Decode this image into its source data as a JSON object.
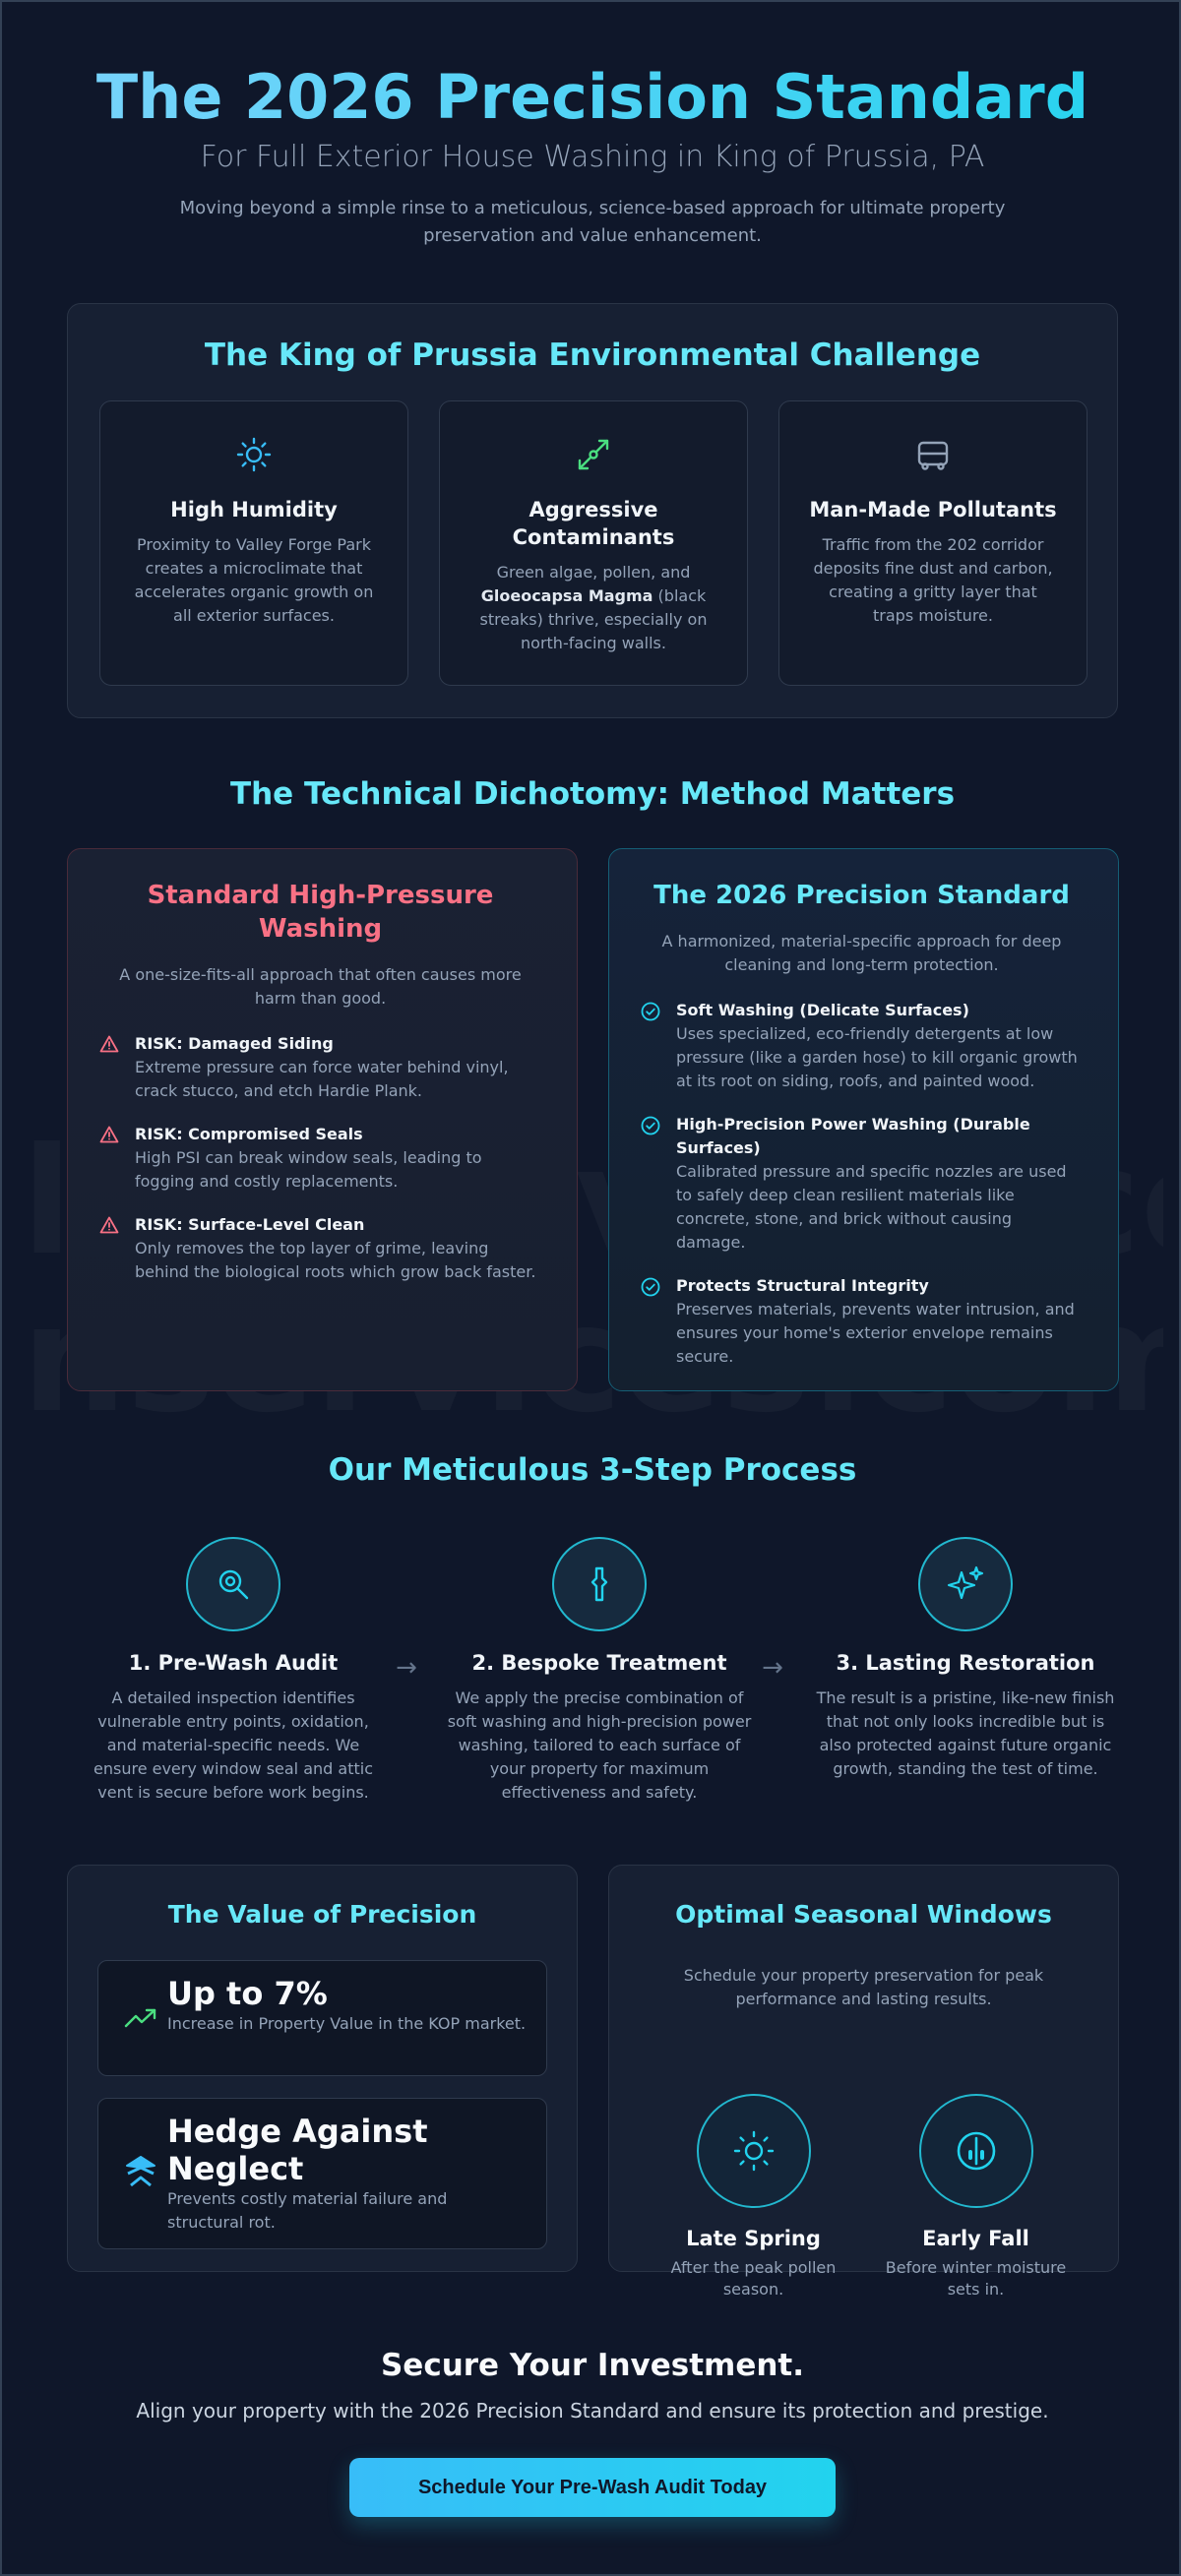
{
  "hero": {
    "title": "The 2026 Precision Standard",
    "subtitle": "For Full Exterior House Washing in King of Prussia, PA",
    "description": "Moving beyond a simple rinse to a meticulous, science-based approach for ultimate property preservation and value enhancement."
  },
  "watermark": {
    "line1": "lmsservices.com",
    "line2": "nservices.com"
  },
  "environment": {
    "title": "The King of Prussia Environmental Challenge",
    "cards": [
      {
        "icon": "sun-humidity-icon",
        "title": "High Humidity",
        "text": "Proximity to Valley Forge Park creates a microclimate that accelerates organic growth on all exterior surfaces."
      },
      {
        "icon": "contaminants-arrows-icon",
        "title": "Aggressive Contaminants",
        "text_before": "Green algae, pollen, and ",
        "text_bold": "Gloeocapsa Magma",
        "text_after": " (black streaks) thrive, especially on north-facing walls."
      },
      {
        "icon": "vehicle-icon",
        "title": "Man-Made Pollutants",
        "text": "Traffic from the 202 corridor deposits fine dust and carbon, creating a gritty layer that traps moisture."
      }
    ]
  },
  "dichotomy": {
    "title": "The Technical Dichotomy: Method Matters",
    "standard": {
      "title": "Standard High-Pressure Washing",
      "lead": "A one-size-fits-all approach that often causes more harm than good.",
      "items": [
        {
          "title": "RISK: Damaged Siding",
          "text": "Extreme pressure can force water behind vinyl, crack stucco, and etch Hardie Plank."
        },
        {
          "title": "RISK: Compromised Seals",
          "text": "High PSI can break window seals, leading to fogging and costly replacements."
        },
        {
          "title": "RISK: Surface-Level Clean",
          "text": "Only removes the top layer of grime, leaving behind the biological roots which grow back faster."
        }
      ]
    },
    "precision": {
      "title": "The 2026 Precision Standard",
      "lead": "A harmonized, material-specific approach for deep cleaning and long-term protection.",
      "items": [
        {
          "title": "Soft Washing (Delicate Surfaces)",
          "text": "Uses specialized, eco-friendly detergents at low pressure (like a garden hose) to kill organic growth at its root on siding, roofs, and painted wood."
        },
        {
          "title": "High-Precision Power Washing (Durable Surfaces)",
          "text": "Calibrated pressure and specific nozzles are used to safely deep clean resilient materials like concrete, stone, and brick without causing damage."
        },
        {
          "title": "Protects Structural Integrity",
          "text": "Preserves materials, prevents water intrusion, and ensures your home's exterior envelope remains secure."
        }
      ]
    }
  },
  "process": {
    "title": "Our Meticulous 3-Step Process",
    "steps": [
      {
        "icon": "magnifier-icon",
        "title": "1. Pre-Wash Audit",
        "text": "A detailed inspection identifies vulnerable entry points, oxidation, and material-specific needs. We ensure every window seal and attic vent is secure before work begins."
      },
      {
        "icon": "spray-nozzle-icon",
        "title": "2. Bespoke Treatment",
        "text": "We apply the precise combination of soft washing and high-precision power washing, tailored to each surface of your property for maximum effectiveness and safety."
      },
      {
        "icon": "sparkles-icon",
        "title": "3. Lasting Restoration",
        "text": "The result is a pristine, like-new finish that not only looks incredible but is also protected against future organic growth, standing the test of time."
      }
    ],
    "arrow": "→"
  },
  "value": {
    "title": "The Value of Precision",
    "items": [
      {
        "icon": "trend-up-icon",
        "headline": "Up to 7%",
        "text": "Increase in Property Value in the KOP market."
      },
      {
        "icon": "layers-shield-icon",
        "headline": "Hedge Against Neglect",
        "text": "Prevents costly material failure and structural rot."
      }
    ]
  },
  "seasons": {
    "title": "Optimal Seasonal Windows",
    "lead": "Schedule your property preservation for peak performance and lasting results.",
    "items": [
      {
        "icon": "sun-icon",
        "title": "Late Spring",
        "text": "After the peak pollen season."
      },
      {
        "icon": "thermometer-icon",
        "title": "Early Fall",
        "text": "Before winter moisture sets in."
      }
    ]
  },
  "cta": {
    "title": "Secure Your Investment.",
    "text": "Align your property with the 2026 Precision Standard and ensure its protection and prestige.",
    "button": "Schedule Your Pre-Wash Audit Today"
  },
  "colors": {
    "background": "#0f172a",
    "accent": "#22d3ee",
    "danger": "#f87185",
    "success": "#4ade80"
  }
}
